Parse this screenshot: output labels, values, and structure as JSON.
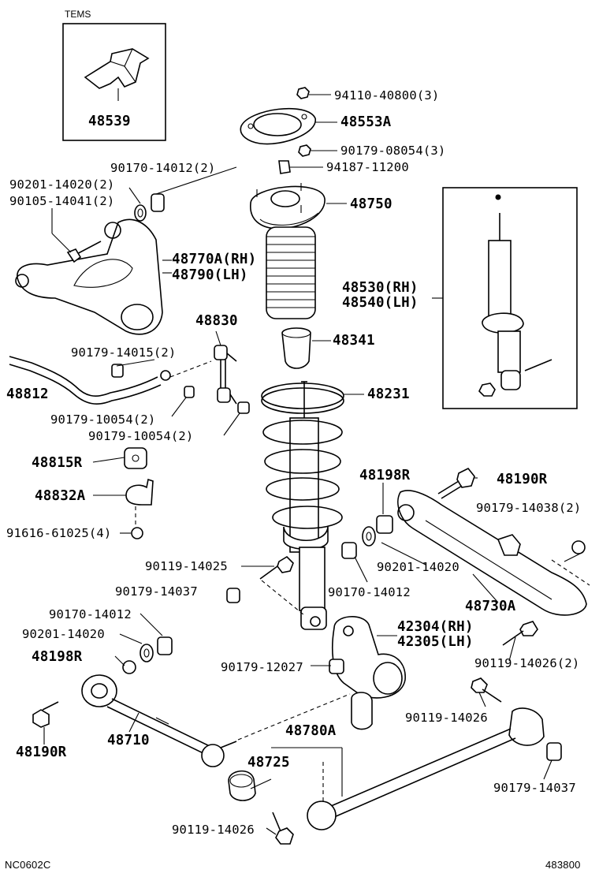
{
  "inset_title": "TEMS",
  "corner_left": "NC0602C",
  "corner_right": "483800",
  "callouts": {
    "p48539": "48539",
    "p94110_40800": "94110-40800(3)",
    "p48553A": "48553A",
    "p90179_08054": "90179-08054(3)",
    "p94187_11200": "94187-11200",
    "p90170_14012_top": "90170-14012(2)",
    "p90201_14020_top": "90201-14020(2)",
    "p90105_14041": "90105-14041(2)",
    "p48750": "48750",
    "p48770A": "48770A(RH)",
    "p48790": "48790(LH)",
    "p48530": "48530(RH)",
    "p48540": "48540(LH)",
    "p48830": "48830",
    "p48341": "48341",
    "p90179_14015": "90179-14015(2)",
    "p48812": "48812",
    "p48231": "48231",
    "p90179_10054_a": "90179-10054(2)",
    "p90179_10054_b": "90179-10054(2)",
    "p48815R": "48815R",
    "p48198R_top": "48198R",
    "p48190R_top": "48190R",
    "p48832A": "48832A",
    "p90179_14038": "90179-14038(2)",
    "p91616_61025": "91616-61025(4)",
    "p90119_14025": "90119-14025",
    "p90201_14020_mid": "90201-14020",
    "p90179_14037_mid": "90179-14037",
    "p90170_14012_mid": "90170-14012",
    "p48730A": "48730A",
    "p90170_14012_low": "90170-14012",
    "p42304": "42304(RH)",
    "p42305": "42305(LH)",
    "p90201_14020_low": "90201-14020",
    "p90119_14026_right": "90119-14026(2)",
    "p48198R_low": "48198R",
    "p90179_12027": "90179-12027",
    "p90119_14026_mid": "90119-14026",
    "p48780A": "48780A",
    "p48190R_low": "48190R",
    "p48710": "48710",
    "p48725": "48725",
    "p90179_14037_low": "90179-14037",
    "p90119_14026_bottom": "90119-14026"
  }
}
